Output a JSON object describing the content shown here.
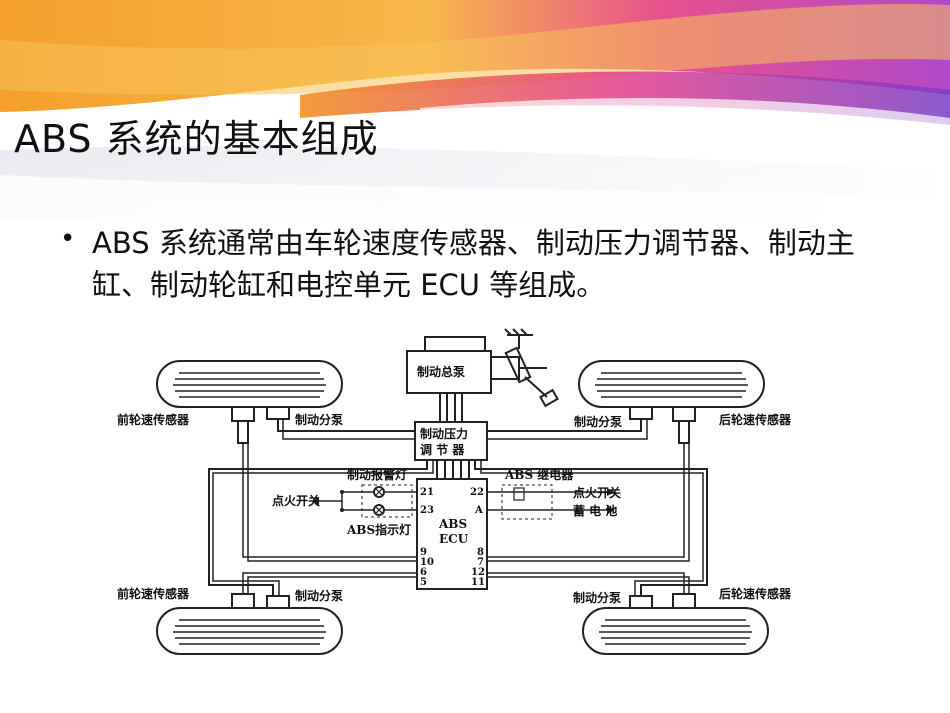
{
  "slide": {
    "title": "ABS 系统的基本组成",
    "bullet": "ABS 系统通常由车轮速度传感器、制动压力调节器、制动主缸、制动轮缸和电控单元 ECU 等组成。"
  },
  "diagram": {
    "master_cylinder": "制动总泵",
    "pressure_modulator_line1": "制动压力",
    "pressure_modulator_line2": "调 节 器",
    "front_sensor_top": "前轮速传感器",
    "front_sensor_bottom": "前轮速传感器",
    "rear_sensor_top": "后轮速传感器",
    "rear_sensor_bottom": "后轮速传感器",
    "wheel_cyl_front_top": "制动分泵",
    "wheel_cyl_rear_top": "制动分泵",
    "wheel_cyl_front_bottom": "制动分泵",
    "wheel_cyl_rear_bottom": "制动分泵",
    "warning_lamp": "制动报警灯",
    "ignition_left": "点火开关",
    "abs_lamp": "ABS指示灯",
    "relay": "ABS 继电器",
    "ignition_right": "点火开关",
    "battery": "蓄 电 池",
    "ecu_line1": "ABS",
    "ecu_line2": "ECU",
    "pins": {
      "p21": "21",
      "p22": "22",
      "p23": "23",
      "pA": "A",
      "p9": "9",
      "p10": "10",
      "p6": "6",
      "p5": "5",
      "p8": "8",
      "p7": "7",
      "p12": "12",
      "p11": "11"
    }
  },
  "colors": {
    "banner_orange": "#f59a1c",
    "banner_magenta": "#e0308a",
    "banner_purple": "#8a3fc0"
  }
}
